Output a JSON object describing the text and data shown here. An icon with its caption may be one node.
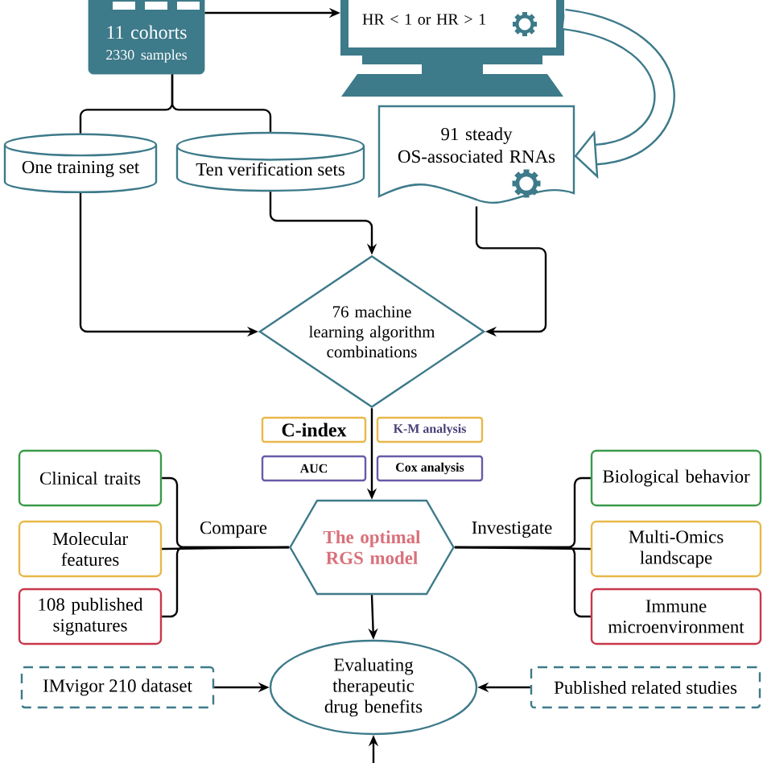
{
  "diagram": {
    "nodes": [
      {
        "text": [
          "11 cohorts",
          "2330 samples"
        ]
      },
      {
        "text": [
          "HR < 1 or HR > 1"
        ]
      },
      {
        "text": [
          "One training set"
        ]
      },
      {
        "text": [
          "Ten verification sets"
        ]
      },
      {
        "text": [
          "91 steady OS-associated RNAs"
        ]
      },
      {
        "text": [
          "76 machine learning algorithm combinations"
        ]
      },
      {
        "text": [
          "C-index"
        ]
      },
      {
        "text": [
          "K-M analysis"
        ]
      },
      {
        "text": [
          "AUC"
        ]
      },
      {
        "text": [
          "Cox analysis"
        ]
      },
      {
        "text": [
          "Clinical traits"
        ]
      },
      {
        "text": [
          "Molecular features"
        ]
      },
      {
        "text": [
          "108 published signatures"
        ]
      },
      {
        "text": [
          "The optimal RGS model"
        ]
      },
      {
        "text": [
          "Biological behavior"
        ]
      },
      {
        "text": [
          "Multi-Omics landscape"
        ]
      },
      {
        "text": [
          "Immune microenvironment"
        ]
      },
      {
        "text": [
          "Evaluating therapeutic drug benefits"
        ]
      },
      {
        "text": [
          "IMvigor 210 dataset"
        ]
      },
      {
        "text": [
          "Published related studies"
        ]
      }
    ],
    "edges": [
      {
        "from": 0,
        "to": 1,
        "arrow": "to"
      },
      {
        "from": 1,
        "to": 4,
        "arrow": "to",
        "style": "thick",
        "color": "#3d7a8a"
      },
      {
        "from": 0,
        "to": 2,
        "arrow": "none"
      },
      {
        "from": 0,
        "to": 3,
        "arrow": "none"
      },
      {
        "from": 2,
        "to": 5,
        "arrow": "to"
      },
      {
        "from": 3,
        "to": 5,
        "arrow": "to"
      },
      {
        "from": 4,
        "to": 5,
        "arrow": "to"
      },
      {
        "from": 5,
        "to": 13,
        "arrow": "to"
      },
      {
        "from": 10,
        "to": 13,
        "arrow": "none"
      },
      {
        "from": 11,
        "to": 13,
        "arrow": "none",
        "label": "Compare"
      },
      {
        "from": 12,
        "to": 13,
        "arrow": "none"
      },
      {
        "from": 14,
        "to": 13,
        "arrow": "none"
      },
      {
        "from": 15,
        "to": 13,
        "arrow": "none",
        "label": "Investigate"
      },
      {
        "from": 16,
        "to": 13,
        "arrow": "none"
      },
      {
        "from": 13,
        "to": 17,
        "arrow": "to"
      },
      {
        "from": 18,
        "to": 17,
        "arrow": "to"
      },
      {
        "from": 19,
        "to": 17,
        "arrow": "to"
      },
      {
        "from": null,
        "to": 17,
        "arrow": "to"
      }
    ]
  }
}
